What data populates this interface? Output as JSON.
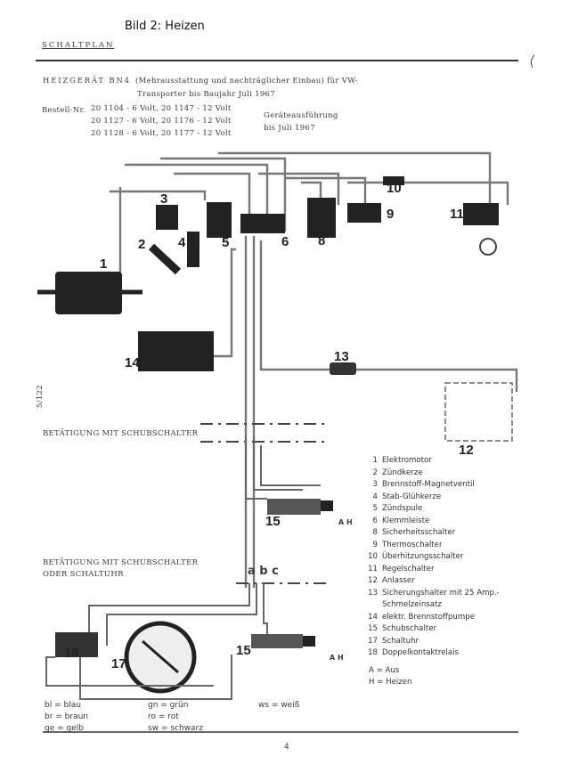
{
  "header": {
    "caption": "Bild 2: Heizen",
    "section": "SCHALTPLAN"
  },
  "title": {
    "line1_main": "HEIZGERÄT BN4",
    "line1_rest": "(Mehrausstattung und nachträglicher Einbau) für VW-",
    "line2": "Transporter bis Baujahr Juli 1967"
  },
  "order": {
    "label": "Bestell-Nr.",
    "rows": [
      "20 1104 - 6 Volt,  20 1147 - 12 Volt",
      "20 1127 - 6 Volt,  20 1176 - 12 Volt",
      "20 1128 - 6 Volt,  20 1177 - 12 Volt"
    ],
    "variant_line1": "Geräteausführung",
    "variant_line2": "bis Juli 1967"
  },
  "diagram": {
    "ref_code": "5/122",
    "labels": [
      "1",
      "2",
      "3",
      "4",
      "5",
      "6",
      "8",
      "9",
      "10",
      "11",
      "12",
      "13",
      "14",
      "15",
      "17",
      "18"
    ],
    "section1_title": "BETÄTIGUNG MIT SCHUBSCHALTER",
    "section2_title_line1": "BETÄTIGUNG MIT SCHUBSCHALTER",
    "section2_title_line2": "ODER SCHALTUHR",
    "terminals": "a b c",
    "switch_positions": "A  H"
  },
  "legend": {
    "items": [
      {
        "n": "1",
        "label": "Elektromotor"
      },
      {
        "n": "2",
        "label": "Zündkerze"
      },
      {
        "n": "3",
        "label": "Brennstoff-Magnetventil"
      },
      {
        "n": "4",
        "label": "Stab-Glühkerze"
      },
      {
        "n": "5",
        "label": "Zündspule"
      },
      {
        "n": "6",
        "label": "Klemmleiste"
      },
      {
        "n": "8",
        "label": "Sicherheitsschalter"
      },
      {
        "n": "9",
        "label": "Thermoschalter"
      },
      {
        "n": "10",
        "label": "Überhitzungsschalter"
      },
      {
        "n": "11",
        "label": "Regelschalter"
      },
      {
        "n": "12",
        "label": "Anlasser"
      },
      {
        "n": "13",
        "label": "Sicherungshalter mit 25 Amp.-"
      },
      {
        "n": "",
        "label": "Schmelzeinsatz"
      },
      {
        "n": "14",
        "label": "elektr. Brennstoffpumpe"
      },
      {
        "n": "15",
        "label": "Schubschalter"
      },
      {
        "n": "17",
        "label": "Schaltuhr"
      },
      {
        "n": "18",
        "label": "Doppelkontaktrelais"
      }
    ],
    "modes": [
      "A = Aus",
      "H = Heizen"
    ]
  },
  "colors": {
    "col1": [
      "bl = blau",
      "br = braun",
      "ge = gelb"
    ],
    "col2": [
      "gn = grün",
      "ro = rot",
      "sw = schwarz"
    ],
    "col3": [
      "ws = weiß"
    ]
  },
  "page_number": "4"
}
